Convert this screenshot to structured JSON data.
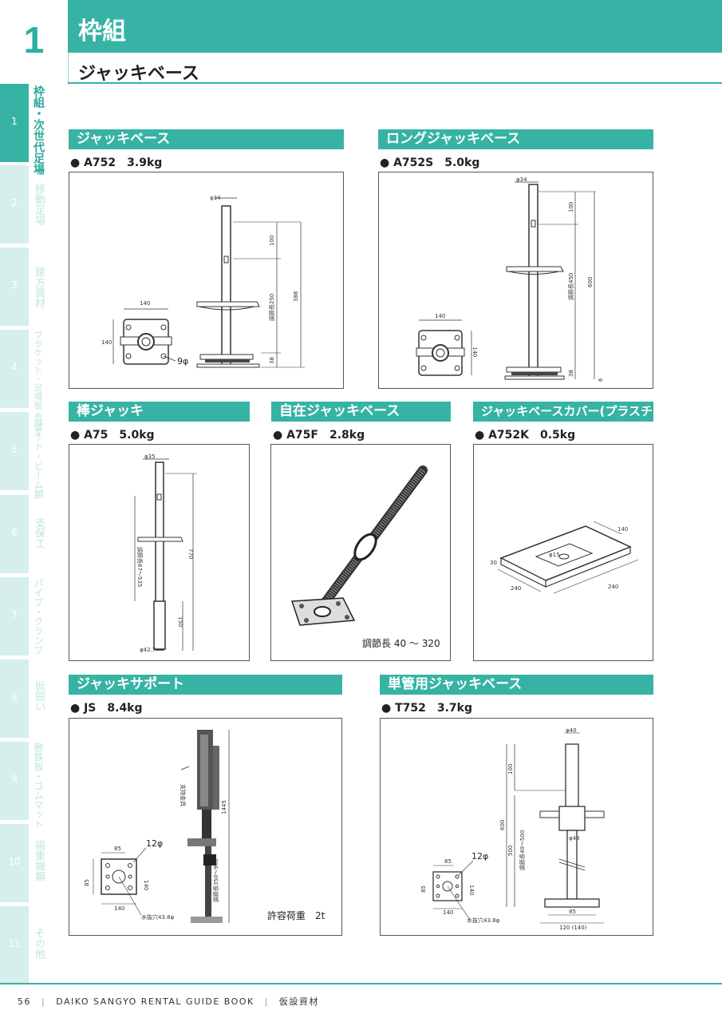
{
  "header": {
    "chapter_number": "1",
    "title": "枠組",
    "subtitle": "ジャッキベース"
  },
  "sidebar": [
    {
      "num": "1",
      "label": "枠組・次世代足場",
      "active": true
    },
    {
      "num": "2",
      "label": "移動足場",
      "active": false
    },
    {
      "num": "3",
      "label": "建方資材",
      "active": false
    },
    {
      "num": "4",
      "label": "ブラケット・足場板・脚立",
      "active": false
    },
    {
      "num": "5",
      "label": "サポート・ビーム類",
      "active": false
    },
    {
      "num": "6",
      "label": "支保工",
      "active": false
    },
    {
      "num": "7",
      "label": "パイプ・クランプ",
      "active": false
    },
    {
      "num": "8",
      "label": "仮囲い",
      "active": false
    },
    {
      "num": "9",
      "label": "敷鉄板・ゴムマット",
      "active": false
    },
    {
      "num": "10",
      "label": "揚重機類",
      "active": false
    },
    {
      "num": "11",
      "label": "その他",
      "active": false
    }
  ],
  "products": [
    {
      "name": "ジャッキベース",
      "model": "● A752　3.9kg",
      "dims": {
        "pipe": "φ34",
        "w": "140",
        "h": "140",
        "hole": "9φ",
        "a": "100",
        "adj": "調節長250",
        "total": "388",
        "b": "38"
      }
    },
    {
      "name": "ロングジャッキベース",
      "model": "● A752S　5.0kg",
      "dims": {
        "pipe": "φ34",
        "w": "140",
        "h": "140",
        "a": "100",
        "adj": "調節長450",
        "total": "600",
        "b": "38",
        "c": "6"
      }
    },
    {
      "name": "棒ジャッキ",
      "model": "● A75　5.0kg",
      "dims": {
        "top": "φ35",
        "adj": "調節長67〜535",
        "total": "770",
        "b": "150",
        "bottom": "φ42.7"
      }
    },
    {
      "name": "自在ジャッキベース",
      "model": "● A75F　2.8kg",
      "note": "調節長 40 〜 320"
    },
    {
      "name": "ジャッキベースカバー(プラスチック)",
      "model": "● A752K　0.5kg",
      "dims": {
        "a": "140",
        "b": "φ15",
        "h": "30",
        "w1": "240",
        "w2": "240"
      }
    },
    {
      "name": "ジャッキサポート",
      "model": "● JS　8.4kg",
      "note": "許容荷重　2t",
      "dims": {
        "hole": "12φ",
        "a": "85",
        "b": "85",
        "w": "140",
        "h": "140",
        "drain": "水抜穴43.8φ",
        "total": "1445",
        "adj": "調節長350〜900",
        "fit": "支持金具"
      }
    },
    {
      "name": "単管用ジャッキベース",
      "model": "● T752　3.7kg",
      "dims": {
        "top": "φ40",
        "a": "100",
        "total": "600",
        "b": "500",
        "adj": "調節長40〜500",
        "pipe": "φ48",
        "hole": "12φ",
        "c": "85",
        "d": "85",
        "w": "140",
        "h": "140",
        "drain": "水抜穴43.8φ",
        "base": "85",
        "base2": "120 (140)"
      }
    }
  ],
  "footer": {
    "page": "56",
    "book": "DAIKO SANGYO RENTAL GUIDE BOOK",
    "section": "仮設資材"
  }
}
